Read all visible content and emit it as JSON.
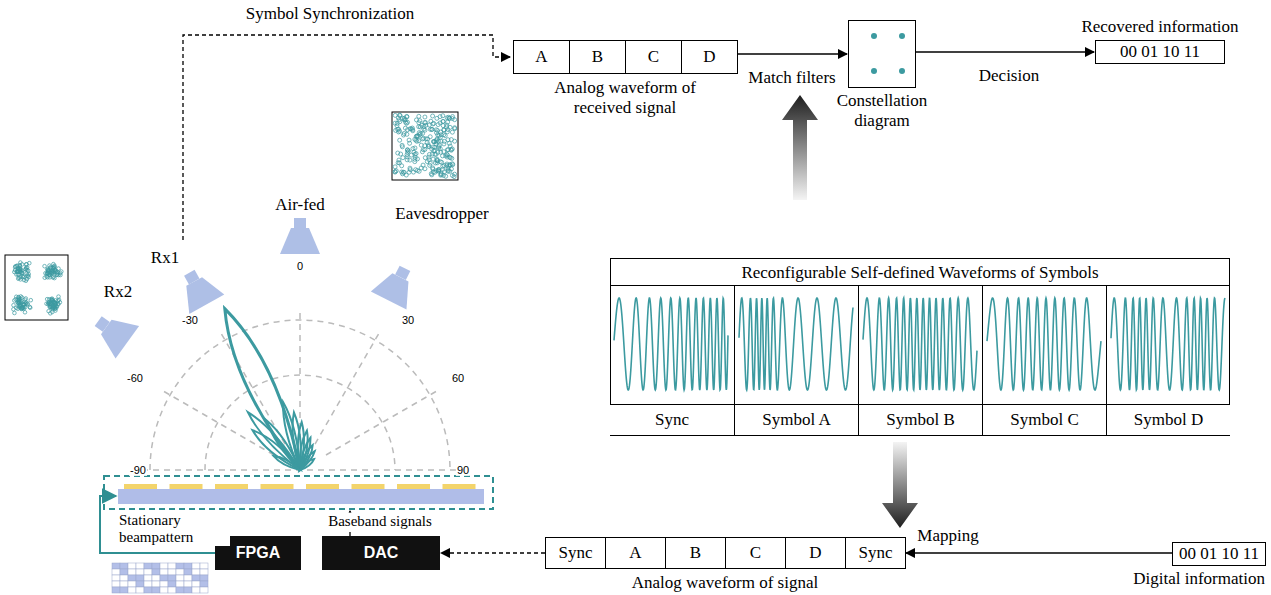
{
  "diagram": {
    "nodes": [
      {
        "text": [
          "Analog waveform of received signal"
        ]
      },
      {
        "text": [
          "A"
        ],
        "in": 0
      },
      {
        "text": [
          "B"
        ],
        "in": 0
      },
      {
        "text": [
          "C"
        ],
        "in": 0
      },
      {
        "text": [
          "D"
        ],
        "in": 0
      },
      {
        "text": [
          "Constellation diagram"
        ]
      },
      {
        "text": [
          "Recovered information",
          "00 01 10 11"
        ]
      },
      {
        "text": [
          "Reconfigurable Self-defined Waveforms of Symbols"
        ]
      },
      {
        "text": [
          "Sync"
        ],
        "in": 7
      },
      {
        "text": [
          "Symbol A"
        ],
        "in": 7
      },
      {
        "text": [
          "Symbol B"
        ],
        "in": 7
      },
      {
        "text": [
          "Symbol C"
        ],
        "in": 7
      },
      {
        "text": [
          "Symbol D"
        ],
        "in": 7
      },
      {
        "text": [
          "FPGA"
        ]
      },
      {
        "text": [
          "DAC"
        ]
      },
      {
        "text": [
          "Analog waveform of signal"
        ]
      },
      {
        "text": [
          "Sync"
        ],
        "in": 15
      },
      {
        "text": [
          "A"
        ],
        "in": 15
      },
      {
        "text": [
          "B"
        ],
        "in": 15
      },
      {
        "text": [
          "C"
        ],
        "in": 15
      },
      {
        "text": [
          "D"
        ],
        "in": 15
      },
      {
        "text": [
          "Sync"
        ],
        "in": 15
      },
      {
        "text": [
          "00 01 10 11",
          "Digital information"
        ]
      }
    ],
    "edges": [
      {
        "from": 0,
        "to": 5,
        "arrow": "to",
        "label": "Match filters"
      },
      {
        "from": 5,
        "to": 6,
        "arrow": "to",
        "label": "Decision"
      },
      {
        "from": 22,
        "to": 15,
        "arrow": "to",
        "label": "Mapping"
      },
      {
        "from": 15,
        "to": 14,
        "arrow": "to"
      }
    ],
    "labels": [
      "Symbol Synchronization",
      "Rx1",
      "Air-fed",
      "Eavesdropper",
      "Rx2",
      "-90",
      "-60",
      "-30",
      "0",
      "30",
      "60",
      "90",
      "Stationary beampattern",
      "Baseband signals"
    ]
  }
}
